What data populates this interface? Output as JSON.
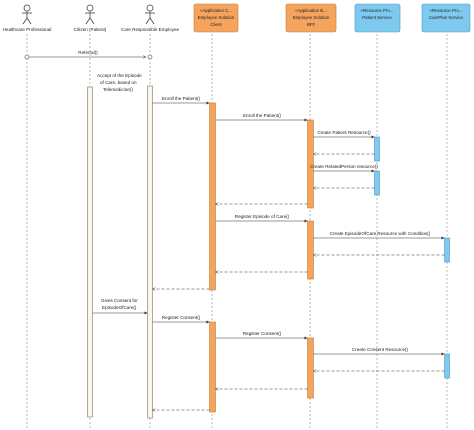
{
  "actors": [
    {
      "id": "hp",
      "name": "Healthcare Professional"
    },
    {
      "id": "cit",
      "name": "Citizen (Patient)"
    },
    {
      "id": "cre",
      "name": "Care Responsible Employee"
    }
  ],
  "boxes": [
    {
      "id": "esc",
      "line1": "«Application C...",
      "line2": "Employee Solution",
      "line3": "Client",
      "color": "#f5a45d"
    },
    {
      "id": "esb",
      "line1": "«Application B...",
      "line2": "Employee Solution",
      "line3": "BFF",
      "color": "#f5a45d"
    },
    {
      "id": "ps",
      "line1": "«Resource Pro...",
      "line2": "Patient Service",
      "line3": "",
      "color": "#7ec9ee"
    },
    {
      "id": "cs",
      "line1": "«Resource Pro...",
      "line2": "CarePlan Service",
      "line3": "",
      "color": "#7ec9ee"
    }
  ],
  "messages": [
    {
      "text": "Referral()",
      "type": "async"
    },
    {
      "text": "Accept of the Episode",
      "type": "note"
    },
    {
      "text": "of Care, based on",
      "type": "note"
    },
    {
      "text": "Telemedicine()",
      "type": "note"
    },
    {
      "text": "Enroll the Patient()",
      "type": "call"
    },
    {
      "text": "Enroll the Patient()",
      "type": "call"
    },
    {
      "text": "Create Patient Resource()",
      "type": "call"
    },
    {
      "text": "Create RelatedPerson resource()",
      "type": "call"
    },
    {
      "text": "Register Episode of Care()",
      "type": "call"
    },
    {
      "text": "Create EpisodeOfCare Resource with Condition()",
      "type": "call"
    },
    {
      "text": "Gives Consent for",
      "type": "note"
    },
    {
      "text": "EpisodeOfCare()",
      "type": "note"
    },
    {
      "text": "Register Consent()",
      "type": "call"
    },
    {
      "text": "Register Consent()",
      "type": "call"
    },
    {
      "text": "Create Consent Resource()",
      "type": "call"
    }
  ]
}
